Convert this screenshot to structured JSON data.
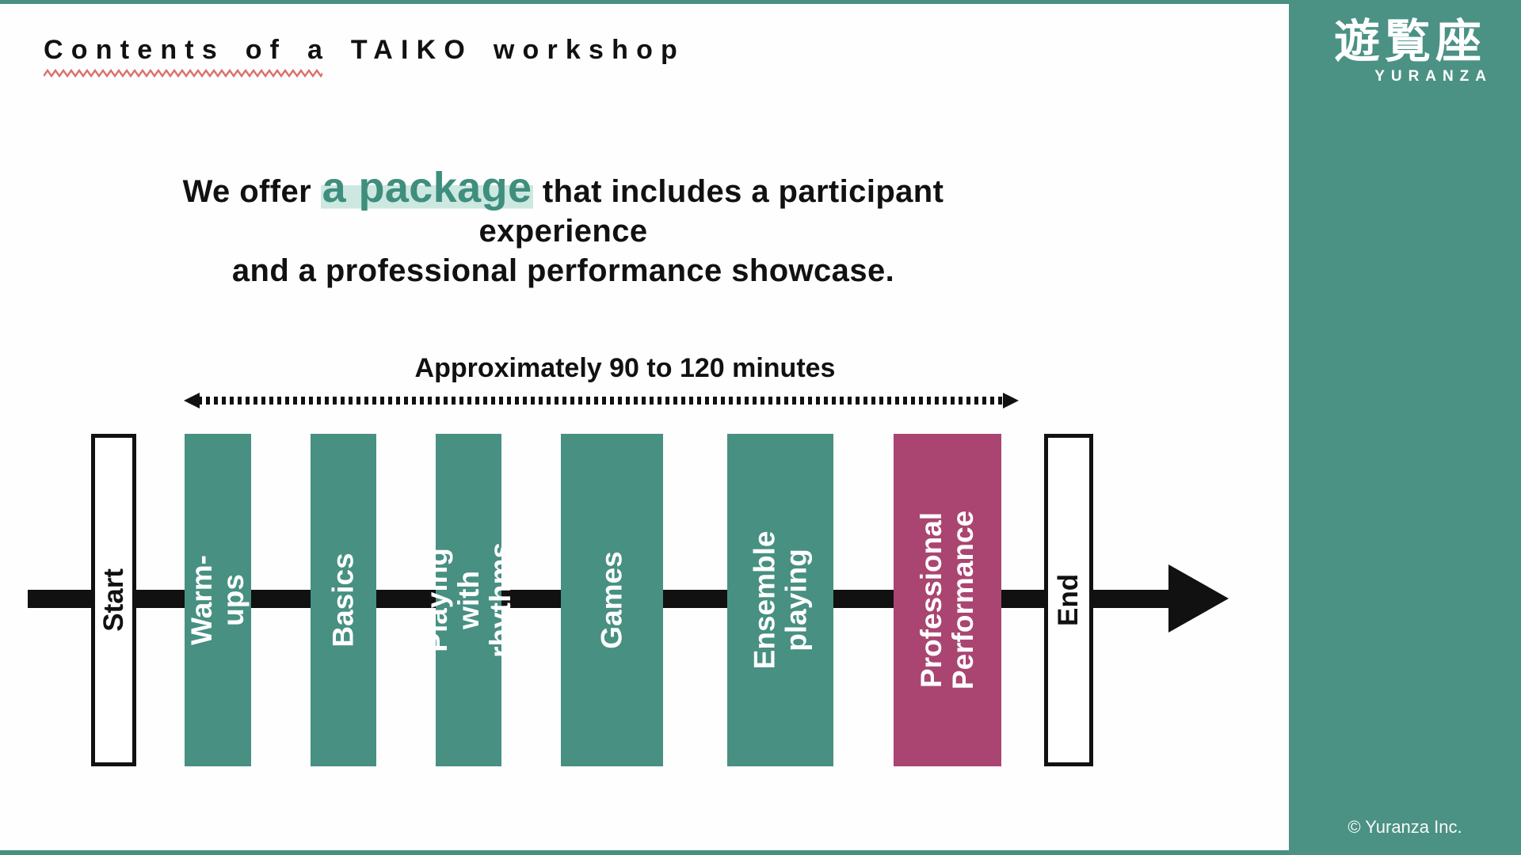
{
  "slide": {
    "title": "Contents of a TAIKO workshop",
    "intro": {
      "pre": "We offer ",
      "highlight": "a package",
      "post": " that includes a participant experience",
      "line2": "and a professional performance showcase."
    },
    "timeline": {
      "duration_label": "Approximately 90 to 120 minutes",
      "start_label": "Start",
      "end_label": "End",
      "steps": [
        {
          "label": "Warm-ups",
          "type": "activity"
        },
        {
          "label": "Basics",
          "type": "activity"
        },
        {
          "label": "Playing with rhythms",
          "type": "activity"
        },
        {
          "label": "Games",
          "type": "activity"
        },
        {
          "label": "Ensemble playing",
          "type": "activity"
        },
        {
          "label": "Professional\nPerformance",
          "type": "showcase"
        }
      ]
    },
    "logo": {
      "wordmark": "遊覧座",
      "subtitle": "YURANZA"
    },
    "footer": {
      "copyright": "© Yuranza Inc."
    }
  },
  "colors": {
    "teal": "#479082",
    "sidebar": "#4b9285",
    "magenta": "#aa4571",
    "highlight": "#cde8e0",
    "accent_text": "#3f8e7e",
    "underline": "#d9736d",
    "ink": "#111111"
  }
}
